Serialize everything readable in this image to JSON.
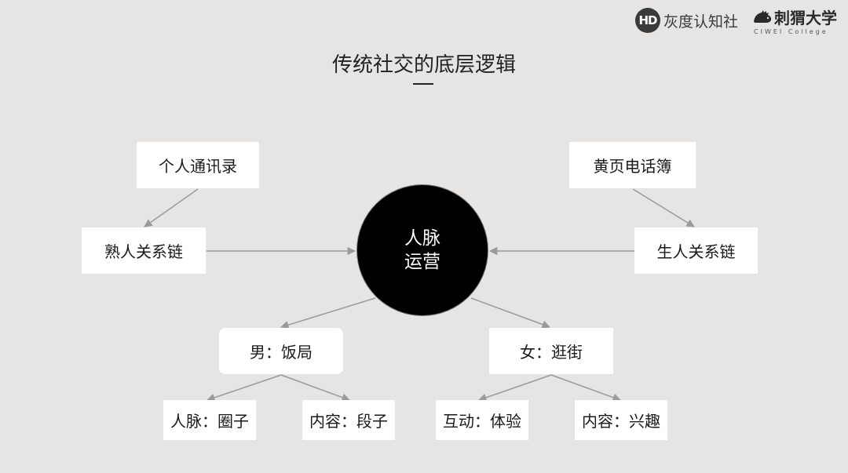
{
  "header": {
    "logo1_mark": "HD",
    "logo1_text": "灰度认知社",
    "logo2_text": "刺猬大学",
    "logo2_sub": "CIWEI College"
  },
  "title": "传统社交的底层逻辑",
  "hub": {
    "line1": "人脉",
    "line2": "运营"
  },
  "nodes": {
    "contacts": "个人通讯录",
    "acquaintance_chain": "熟人关系链",
    "yellow_pages": "黄页电话簿",
    "stranger_chain": "生人关系链",
    "male": "男：饭局",
    "female": "女：逛街",
    "male_network": "人脉：圈子",
    "male_content": "内容：段子",
    "female_interaction": "互动：体验",
    "female_content": "内容：兴趣"
  },
  "colors": {
    "background": "#e6e5e3",
    "hub": "#000000",
    "node": "#ffffff",
    "arrow": "#9a9a9a"
  }
}
